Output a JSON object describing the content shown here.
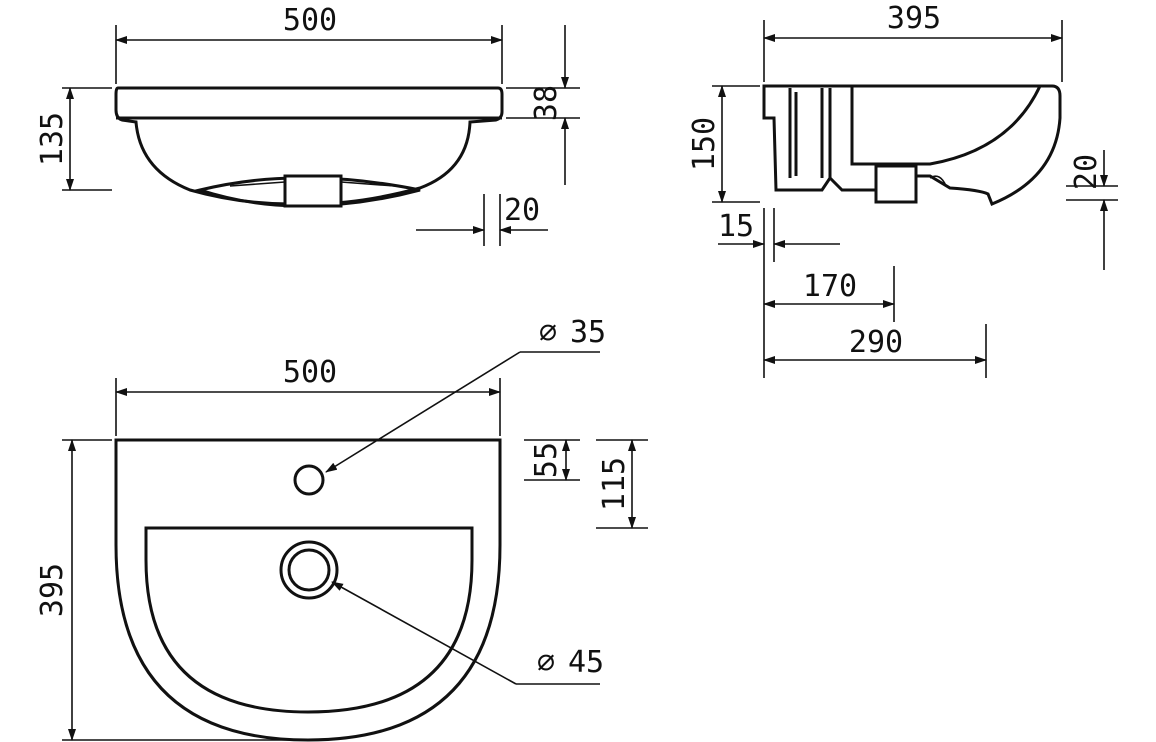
{
  "front_view": {
    "width_label": "500",
    "height_label": "135",
    "rim_label": "38",
    "offset_label": "20"
  },
  "side_view": {
    "depth_label": "395",
    "height_label": "150",
    "step_label": "20",
    "wall_label": "15",
    "drain_label": "170",
    "overall_label": "290"
  },
  "top_view": {
    "width_label": "500",
    "depth_label": "395",
    "tap_offset_label": "55",
    "basin_offset_label": "115",
    "tap_hole_label": "35",
    "waste_hole_label": "45",
    "diameter_symbol": "∅"
  }
}
